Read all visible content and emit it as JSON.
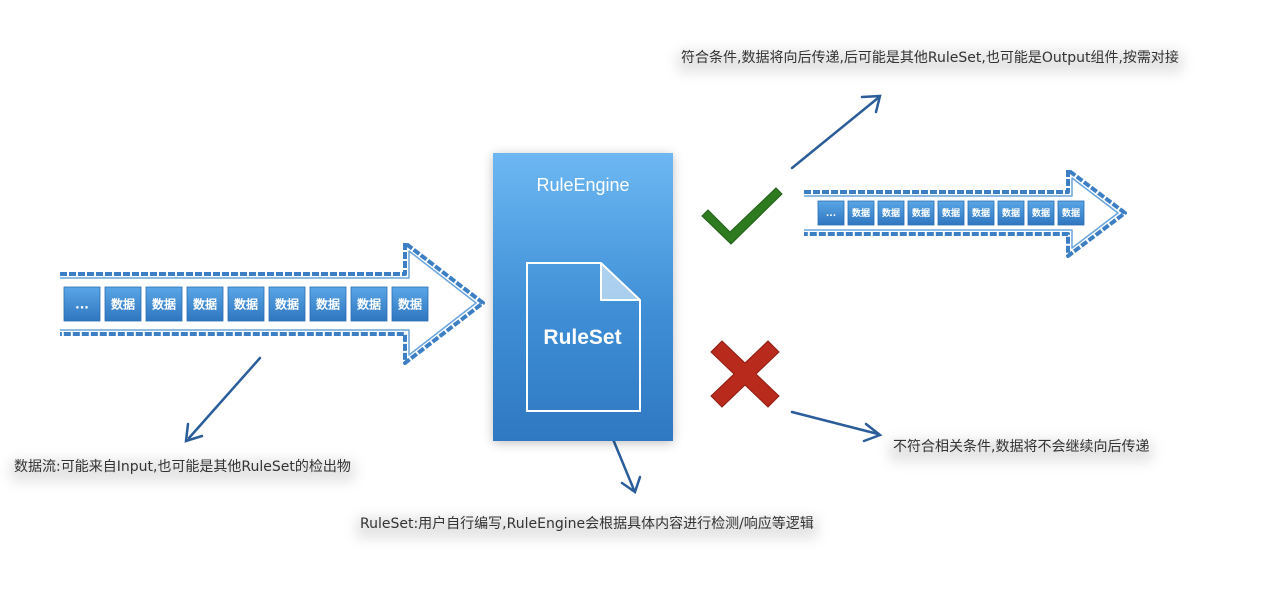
{
  "engine": {
    "title": "RuleEngine",
    "ruleset_label": "RuleSet"
  },
  "stream_in": {
    "cells": [
      "...",
      "数据",
      "数据",
      "数据",
      "数据",
      "数据",
      "数据",
      "数据",
      "数据"
    ]
  },
  "stream_out": {
    "cells": [
      "...",
      "数据",
      "数据",
      "数据",
      "数据",
      "数据",
      "数据",
      "数据",
      "数据"
    ]
  },
  "notes": {
    "input": "数据流:可能来自Input,也可能是其他RuleSet的检出物",
    "ruleset": "RuleSet:用户自行编写,RuleEngine会根据具体内容进行检测/响应等逻辑",
    "pass": "符合条件,数据将向后传递,后可能是其他RuleSet,也可能是Output组件,按需对接",
    "fail": "不符合相关条件,数据将不会继续向后传递"
  },
  "colors": {
    "arrow_stroke": "#3d7fc4",
    "cell_fill": "#3a86d0",
    "check": "#2e7a1f",
    "cross": "#b82a1c",
    "pointer": "#2a5d9a"
  },
  "icons": {
    "pass": "checkmark-icon",
    "fail": "cross-icon"
  }
}
